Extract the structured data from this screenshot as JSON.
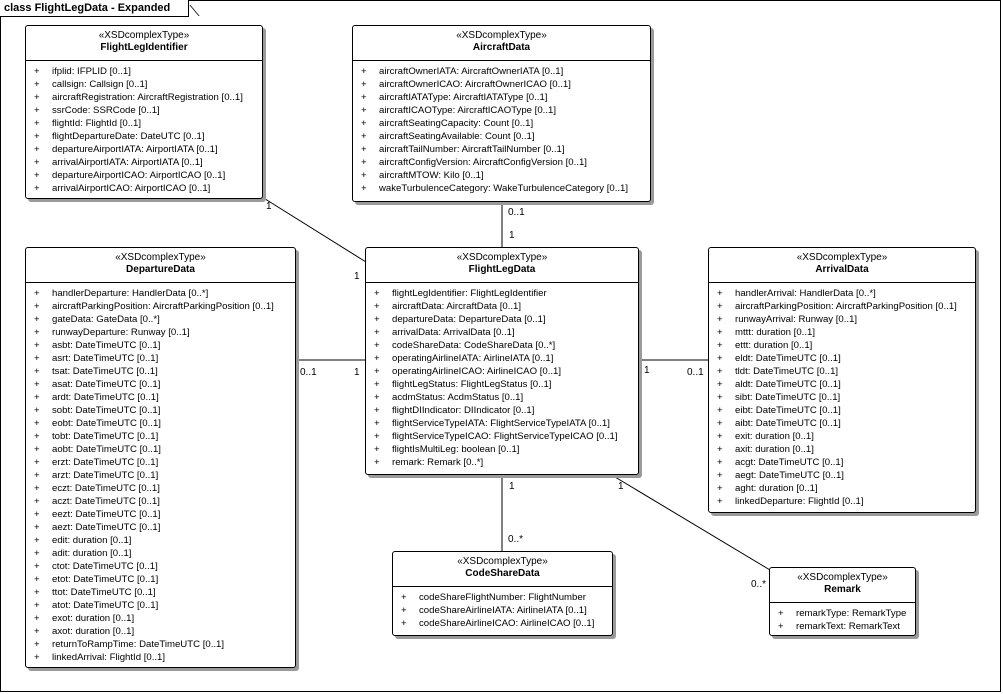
{
  "diagram": {
    "title": "class FlightLegData - Expanded"
  },
  "classes": {
    "flightLegIdentifier": {
      "stereotype": "«XSDcomplexType»",
      "name": "FlightLegIdentifier",
      "attributes": [
        "ifplid: IFPLID [0..1]",
        "callsign: Callsign [0..1]",
        "aircraftRegistration: AircraftRegistration [0..1]",
        "ssrCode: SSRCode [0..1]",
        "flightId: FlightId [0..1]",
        "flightDepartureDate: DateUTC [0..1]",
        "departureAirportIATA: AirportIATA [0..1]",
        "arrivalAirportIATA: AirportIATA [0..1]",
        "departureAirportICAO: AirportICAO [0..1]",
        "arrivalAirportICAO: AirportICAO [0..1]"
      ]
    },
    "aircraftData": {
      "stereotype": "«XSDcomplexType»",
      "name": "AircraftData",
      "attributes": [
        "aircraftOwnerIATA: AircraftOwnerIATA [0..1]",
        "aircraftOwnerICAO: AircraftOwnerICAO [0..1]",
        "aircraftIATAType: AircraftIATAType [0..1]",
        "aircraftICAOType: AircraftICAOType [0..1]",
        "aircraftSeatingCapacity: Count [0..1]",
        "aircraftSeatingAvailable: Count [0..1]",
        "aircraftTailNumber: AircraftTailNumber [0..1]",
        "aircraftConfigVersion: AircraftConfigVersion [0..1]",
        "aircraftMTOW: Kilo [0..1]",
        "wakeTurbulenceCategory: WakeTurbulenceCategory [0..1]"
      ]
    },
    "departureData": {
      "stereotype": "«XSDcomplexType»",
      "name": "DepartureData",
      "attributes": [
        "handlerDeparture: HandlerData [0..*]",
        "aircraftParkingPosition: AircraftParkingPosition [0..1]",
        "gateData: GateData [0..*]",
        "runwayDeparture: Runway [0..1]",
        "asbt: DateTimeUTC [0..1]",
        "asrt: DateTimeUTC [0..1]",
        "tsat: DateTimeUTC [0..1]",
        "asat: DateTimeUTC [0..1]",
        "ardt: DateTimeUTC [0..1]",
        "sobt: DateTimeUTC [0..1]",
        "eobt: DateTimeUTC [0..1]",
        "tobt: DateTimeUTC [0..1]",
        "aobt: DateTimeUTC [0..1]",
        "erzt: DateTimeUTC [0..1]",
        "arzt: DateTimeUTC [0..1]",
        "eczt: DateTimeUTC [0..1]",
        "aczt: DateTimeUTC [0..1]",
        "eezt: DateTimeUTC [0..1]",
        "aezt: DateTimeUTC [0..1]",
        "edit: duration [0..1]",
        "adit: duration [0..1]",
        "ctot: DateTimeUTC [0..1]",
        "etot: DateTimeUTC [0..1]",
        "ttot: DateTimeUTC [0..1]",
        "atot: DateTimeUTC [0..1]",
        "exot: duration [0..1]",
        "axot: duration [0..1]",
        "returnToRampTime: DateTimeUTC [0..1]",
        "linkedArrival: FlightId [0..1]"
      ]
    },
    "flightLegData": {
      "stereotype": "«XSDcomplexType»",
      "name": "FlightLegData",
      "attributes": [
        "flightLegIdentifier: FlightLegIdentifier",
        "aircraftData: AircraftData [0..1]",
        "departureData: DepartureData [0..1]",
        "arrivalData: ArrivalData [0..1]",
        "codeShareData: CodeShareData [0..*]",
        "operatingAirlineIATA: AirlineIATA [0..1]",
        "operatingAirlineICAO: AirlineICAO [0..1]",
        "flightLegStatus: FlightLegStatus [0..1]",
        "acdmStatus: AcdmStatus [0..1]",
        "flightDIIndicator: DIIndicator [0..1]",
        "flightServiceTypeIATA: FlightServiceTypeIATA [0..1]",
        "flightServiceTypeICAO: FlightServiceTypeICAO [0..1]",
        "flightIsMultiLeg: boolean [0..1]",
        "remark: Remark [0..*]"
      ]
    },
    "arrivalData": {
      "stereotype": "«XSDcomplexType»",
      "name": "ArrivalData",
      "attributes": [
        "handlerArrival: HandlerData [0..*]",
        "aircraftParkingPosition: AircraftParkingPosition [0..1]",
        "runwayArrival: Runway [0..1]",
        "mttt: duration [0..1]",
        "ettt: duration [0..1]",
        "eldt: DateTimeUTC [0..1]",
        "tldt: DateTimeUTC [0..1]",
        "aldt: DateTimeUTC [0..1]",
        "sibt: DateTimeUTC [0..1]",
        "eibt: DateTimeUTC [0..1]",
        "aibt: DateTimeUTC [0..1]",
        "exit: duration [0..1]",
        "axit: duration [0..1]",
        "acgt: DateTimeUTC [0..1]",
        "aegt: DateTimeUTC [0..1]",
        "aght: duration [0..1]",
        "linkedDeparture: FlightId [0..1]"
      ]
    },
    "codeShareData": {
      "stereotype": "«XSDcomplexType»",
      "name": "CodeShareData",
      "attributes": [
        "codeShareFlightNumber: FlightNumber",
        "codeShareAirlineIATA: AirlineIATA [0..1]",
        "codeShareAirlineICAO: AirlineICAO [0..1]"
      ]
    },
    "remark": {
      "stereotype": "«XSDcomplexType»",
      "name": "Remark",
      "attributes": [
        "remarkType: RemarkType",
        "remarkText: RemarkText"
      ]
    }
  },
  "visibility_symbol": "+",
  "multiplicities": {
    "identifier_end": "1",
    "identifier_leg_end": "1",
    "aircraft_end": "0..1",
    "aircraft_leg_end": "1",
    "departure_end": "0..1",
    "departure_leg_end": "1",
    "arrival_leg_end": "1",
    "arrival_end": "0..1",
    "codeshare_leg_end": "1",
    "codeshare_end": "0..*",
    "remark_leg_end": "1",
    "remark_end": "0..*"
  }
}
